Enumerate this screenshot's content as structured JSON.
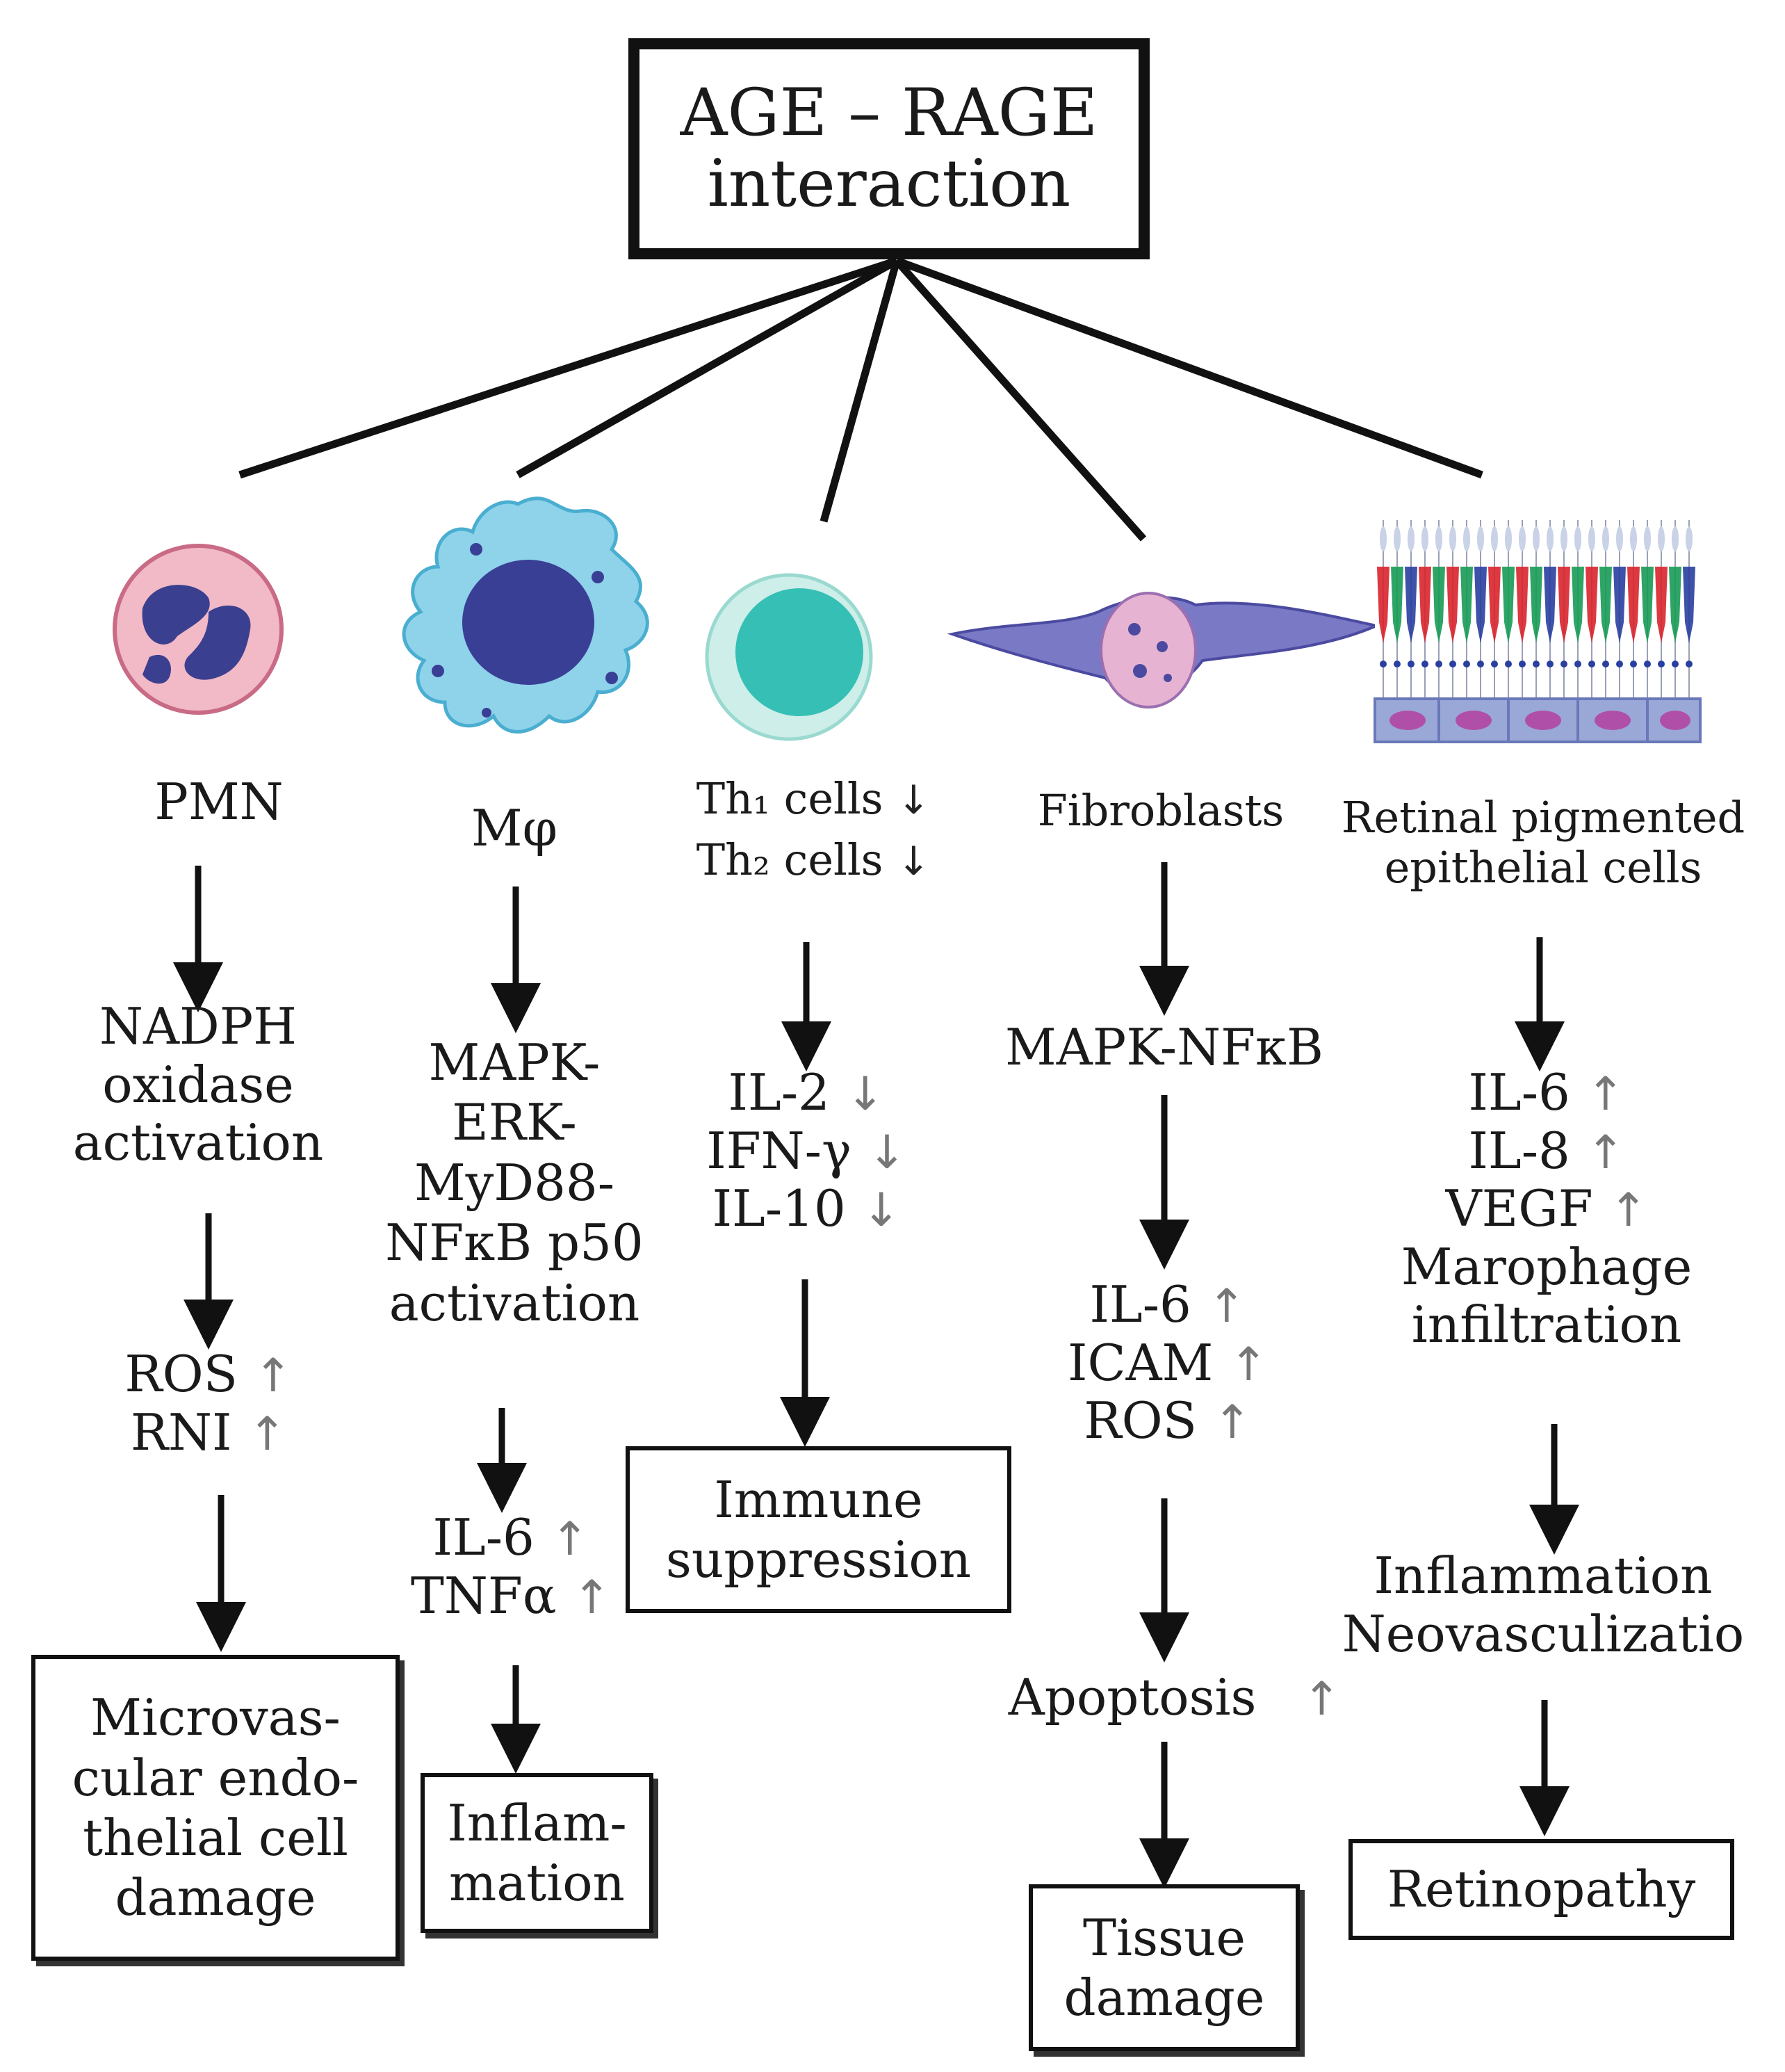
{
  "title": {
    "line1": "AGE – RAGE",
    "line2": "interaction"
  },
  "columns": [
    {
      "cell": "PMN",
      "steps": [
        {
          "lines": [
            "NADPH",
            "oxidase",
            "activation"
          ]
        },
        {
          "items": [
            {
              "label": "ROS",
              "dir": "↑"
            },
            {
              "label": "RNI",
              "dir": "↑"
            }
          ]
        }
      ],
      "outcome": [
        "Microvas-",
        "cular endo-",
        "thelial cell",
        "damage"
      ]
    },
    {
      "cell": "Mφ",
      "steps": [
        {
          "lines": [
            "MAPK-",
            "ERK-",
            "MyD88-",
            "NFκB p50",
            "activation"
          ]
        },
        {
          "items": [
            {
              "label": "IL-6",
              "dir": "↑"
            },
            {
              "label": "TNFα",
              "dir": "↑"
            }
          ]
        }
      ],
      "outcome": [
        "Inflam-",
        "mation"
      ]
    },
    {
      "cell_lines": [
        {
          "label": "Th₁ cells",
          "dir": "↓"
        },
        {
          "label": "Th₂ cells",
          "dir": "↓"
        }
      ],
      "steps": [
        {
          "items": [
            {
              "label": "IL-2",
              "dir": "↓"
            },
            {
              "label": "IFN-γ",
              "dir": "↓"
            },
            {
              "label": "IL-10",
              "dir": "↓"
            }
          ]
        }
      ],
      "outcome": [
        "Immune",
        "suppression"
      ]
    },
    {
      "cell": "Fibroblasts",
      "steps": [
        {
          "lines": [
            "MAPK-NFκB"
          ]
        },
        {
          "items": [
            {
              "label": "IL-6",
              "dir": "↑"
            },
            {
              "label": "ICAM",
              "dir": "↑"
            },
            {
              "label": "ROS",
              "dir": "↑"
            }
          ]
        },
        {
          "items": [
            {
              "label": "Apoptosis",
              "dir": "↑"
            }
          ]
        }
      ],
      "outcome": [
        "Tissue",
        "damage"
      ]
    },
    {
      "cell_text": [
        "Retinal pigmented",
        "epithelial cells"
      ],
      "steps": [
        {
          "items": [
            {
              "label": "IL-6",
              "dir": "↑"
            },
            {
              "label": "IL-8",
              "dir": "↑"
            },
            {
              "label": "VEGF",
              "dir": "↑"
            }
          ],
          "lines": [
            "Marophage",
            "infiltration"
          ]
        },
        {
          "lines": [
            "Inflammation",
            "Neovasculizatio"
          ]
        }
      ],
      "outcome": [
        "Retinopathy"
      ]
    }
  ],
  "colors": {
    "pmn_cytoplasm": "#f2b9c6",
    "pmn_nucleus": "#3b3f8f",
    "macrophage_body": "#8fd3ea",
    "macrophage_nucleus": "#3a3f96",
    "lymphocyte_outer": "#cdeee9",
    "lymphocyte_inner": "#35bfb5",
    "fibroblast_body": "#7a79c6",
    "fibroblast_nucleus": "#e7b3d3",
    "rpe_red": "#d8232c",
    "rpe_green": "#179b55",
    "rpe_blue": "#2a3fa0",
    "rpe_base": "#9aa8d8"
  }
}
